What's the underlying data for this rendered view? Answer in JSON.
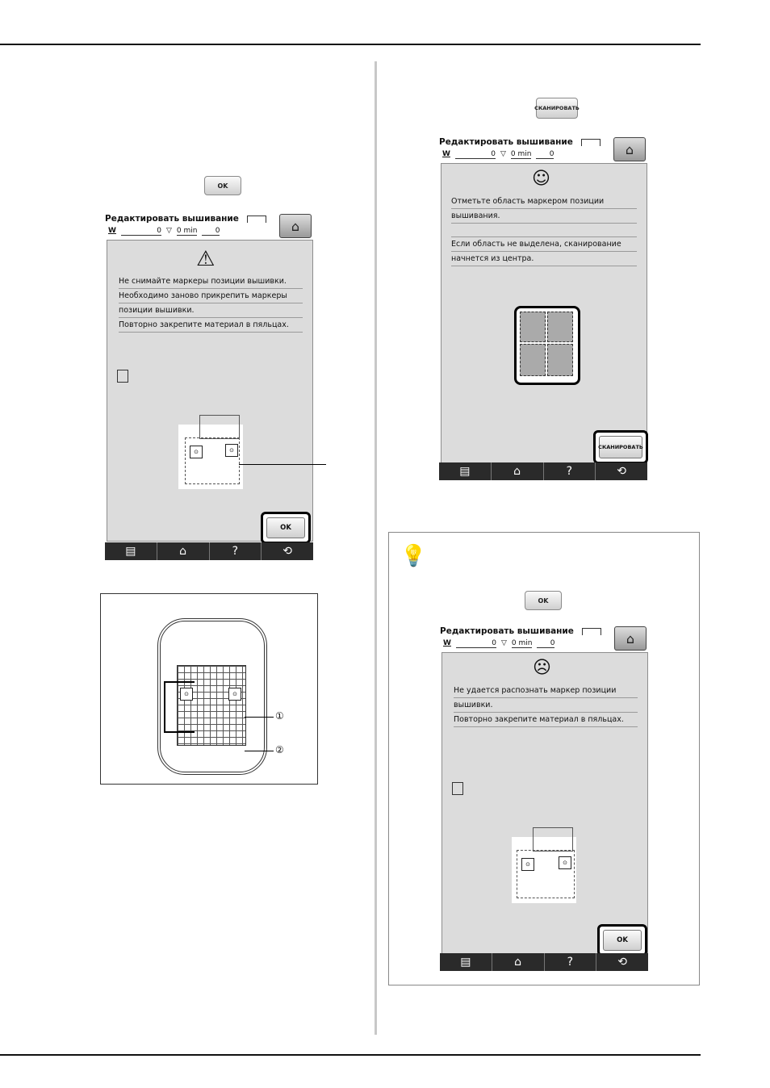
{
  "screen1": {
    "title": "Редактировать вышивание",
    "status_w": "W",
    "status_num1": "0",
    "status_min": "0 min",
    "status_num2": "0",
    "message_lines": [
      "Не снимайте маркеры позиции вышивки.",
      "Необходимо заново прикрепить маркеры",
      "позиции вышивки.",
      "Повторно закрепите материал в пяльцах."
    ],
    "ok_label": "OK"
  },
  "inline_ok_label": "OK",
  "screen2": {
    "title": "Редактировать вышивание",
    "status_w": "W",
    "status_num1": "0",
    "status_min": "0 min",
    "status_num2": "0",
    "message_lines": [
      "Отметьте область маркером позиции",
      "вышивания.",
      "",
      "Если область не выделена, сканирование",
      "начнется из центра."
    ],
    "scan_label": "СКАНИРОВАТЬ"
  },
  "inline_scan_label": "СКАНИРОВАТЬ",
  "tip": {
    "inline_ok_label": "OK",
    "screen": {
      "title": "Редактировать вышивание",
      "status_w": "W",
      "status_num1": "0",
      "status_min": "0 min",
      "status_num2": "0",
      "message_lines": [
        "Не удается распознать маркер позиции",
        "вышивки.",
        "Повторно закрепите материал в пяльцах."
      ],
      "ok_label": "OK"
    }
  },
  "hoop_callouts": [
    "①",
    "②"
  ],
  "icons": {
    "home": "home-icon",
    "warning": "warning-icon",
    "smile": "smile-face-icon",
    "sad": "sad-face-icon",
    "help": "?"
  }
}
